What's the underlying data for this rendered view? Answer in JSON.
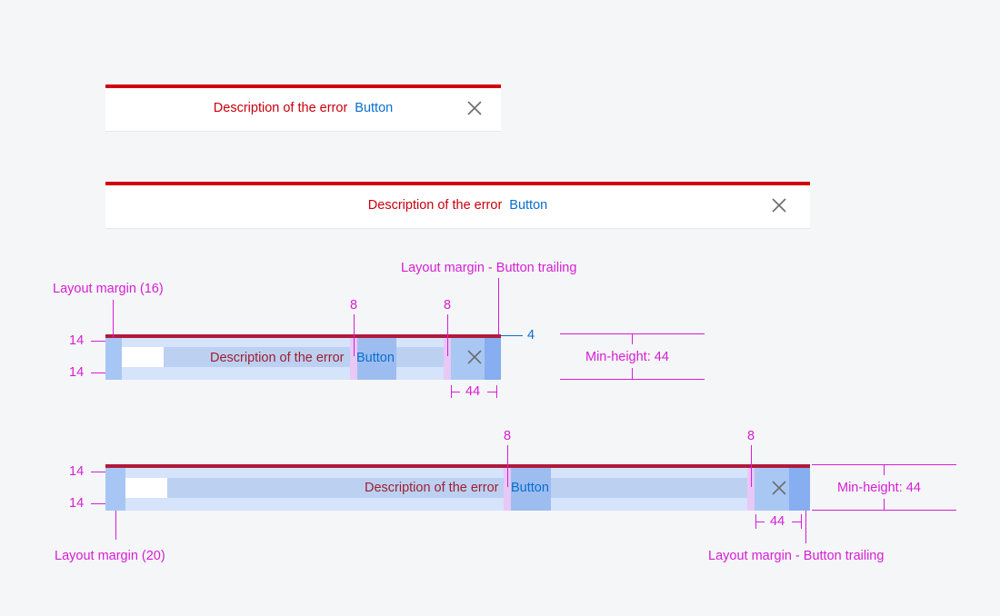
{
  "strip": {
    "error_text": "Description of the error",
    "button_label": "Button",
    "close_icon": "close-icon"
  },
  "annotations": {
    "layout_margin_16": "Layout margin (16)",
    "layout_margin_20": "Layout margin (20)",
    "layout_margin_button_trailing": "Layout margin - Button trailing",
    "gap_8": "8",
    "pad_14": "14",
    "bar_4": "4",
    "close_44": "44",
    "min_height": "Min-height: 44"
  },
  "colors": {
    "error": "#c8000d",
    "bar": "#d1000f",
    "button": "#0a6ed1",
    "redline": "#d61ed6",
    "background": "#f5f6f7"
  }
}
